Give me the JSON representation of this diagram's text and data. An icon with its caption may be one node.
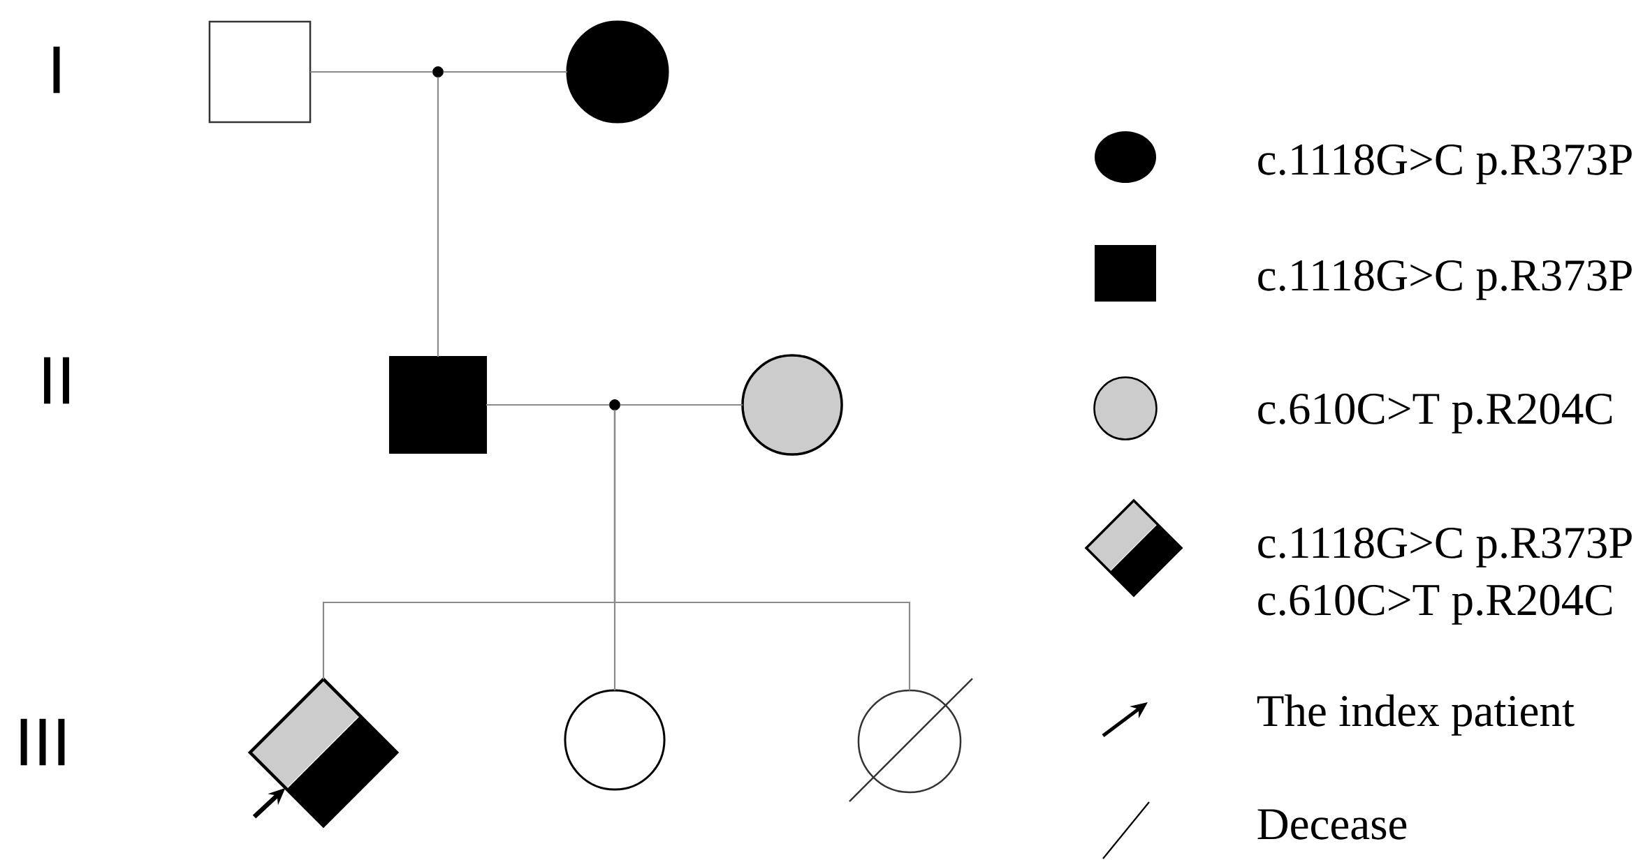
{
  "diagram": {
    "nodes": [
      {
        "text": [],
        "shape": "box"
      },
      {
        "text": [],
        "shape": "circle"
      },
      {
        "text": [],
        "shape": "dot"
      },
      {
        "text": [],
        "shape": "box"
      },
      {
        "text": [],
        "shape": "circle"
      },
      {
        "text": [],
        "shape": "dot"
      },
      {
        "text": [],
        "shape": "diamond"
      },
      {
        "text": [],
        "shape": "circle"
      },
      {
        "text": [],
        "shape": "circle"
      }
    ],
    "edges": [
      {
        "from": 0,
        "to": 2,
        "arrow": "none"
      },
      {
        "from": 2,
        "to": 1,
        "arrow": "none"
      },
      {
        "from": 2,
        "to": 3,
        "arrow": "none"
      },
      {
        "from": 3,
        "to": 5,
        "arrow": "none"
      },
      {
        "from": 5,
        "to": 4,
        "arrow": "none"
      },
      {
        "from": 5,
        "to": 6,
        "arrow": "none"
      },
      {
        "from": 5,
        "to": 7,
        "arrow": "none"
      },
      {
        "from": 5,
        "to": 8,
        "arrow": "none"
      },
      {
        "from": null,
        "to": 6,
        "arrow": "to",
        "style": "thick",
        "color": "#000000"
      }
    ],
    "labels": [
      "I",
      "II",
      "III"
    ],
    "legend": [
      {
        "text": "c.1118G>C p.R373P"
      },
      {
        "text": "c.1118G>C p.R373P"
      },
      {
        "text": "c.610C>T p.R204C"
      },
      {
        "text": "c.1118G>C p.R373P c.610C>T p.R204C"
      },
      {
        "text": "The index patient"
      },
      {
        "text": "Decease"
      }
    ]
  }
}
